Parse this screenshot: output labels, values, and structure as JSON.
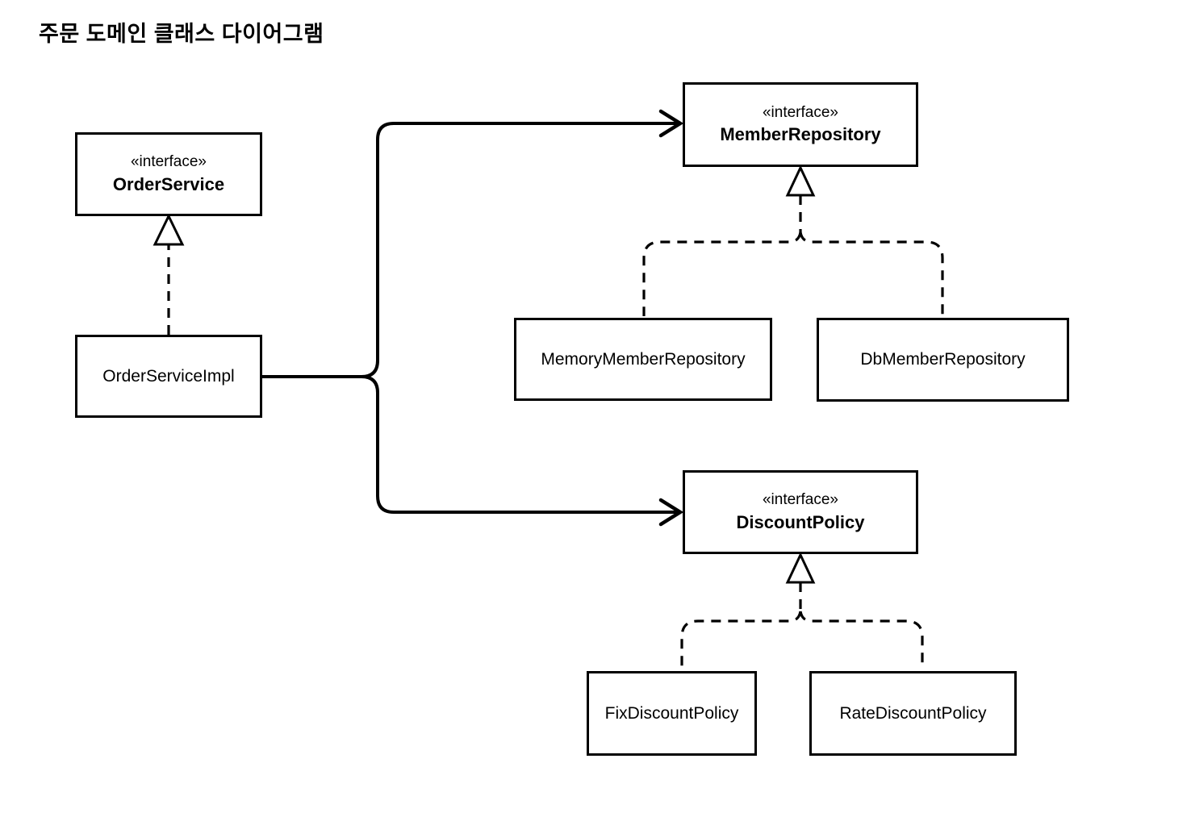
{
  "title": "주문 도메인 클래스 다이어그램",
  "colors": {
    "background": "#ffffff",
    "line": "#000000",
    "box_fill": "#ffffff",
    "box_border": "#000000",
    "text": "#000000"
  },
  "diagram": {
    "nodes": {
      "order_service": {
        "kind": "interface",
        "stereotype": "«interface»",
        "name": "OrderService"
      },
      "order_service_impl": {
        "kind": "class",
        "name": "OrderServiceImpl"
      },
      "member_repository": {
        "kind": "interface",
        "stereotype": "«interface»",
        "name": "MemberRepository"
      },
      "memory_member_repository": {
        "kind": "class",
        "name": "MemoryMemberRepository"
      },
      "db_member_repository": {
        "kind": "class",
        "name": "DbMemberRepository"
      },
      "discount_policy": {
        "kind": "interface",
        "stereotype": "«interface»",
        "name": "DiscountPolicy"
      },
      "fix_discount_policy": {
        "kind": "class",
        "name": "FixDiscountPolicy"
      },
      "rate_discount_policy": {
        "kind": "class",
        "name": "RateDiscountPolicy"
      }
    },
    "relations": [
      {
        "from": "OrderServiceImpl",
        "to": "OrderService",
        "type": "realization"
      },
      {
        "from": "OrderServiceImpl",
        "to": "MemberRepository",
        "type": "dependency"
      },
      {
        "from": "OrderServiceImpl",
        "to": "DiscountPolicy",
        "type": "dependency"
      },
      {
        "from": "MemoryMemberRepository",
        "to": "MemberRepository",
        "type": "realization"
      },
      {
        "from": "DbMemberRepository",
        "to": "MemberRepository",
        "type": "realization"
      },
      {
        "from": "FixDiscountPolicy",
        "to": "DiscountPolicy",
        "type": "realization"
      },
      {
        "from": "RateDiscountPolicy",
        "to": "DiscountPolicy",
        "type": "realization"
      }
    ]
  }
}
